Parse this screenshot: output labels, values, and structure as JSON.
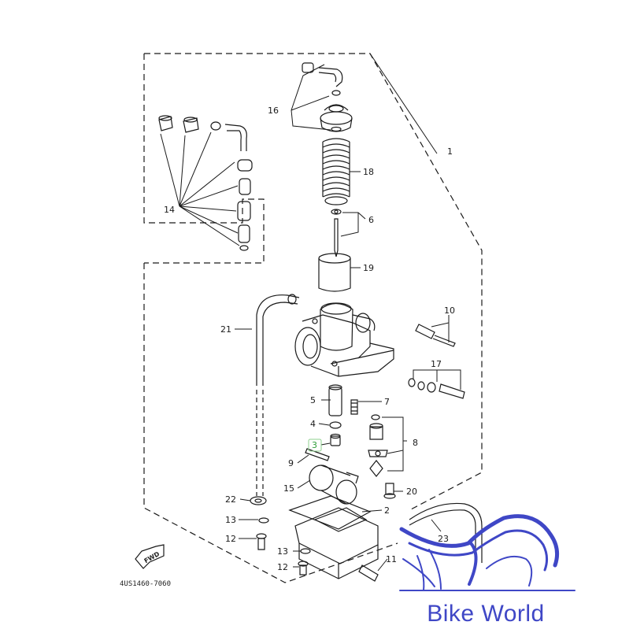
{
  "diagram": {
    "part_code": "4US1460-7060",
    "fwd_label": "FWD",
    "callouts": [
      "1",
      "2",
      "3",
      "4",
      "5",
      "6",
      "7",
      "8",
      "9",
      "10",
      "11",
      "12",
      "12",
      "13",
      "13",
      "14",
      "15",
      "16",
      "17",
      "18",
      "19",
      "20",
      "21",
      "22",
      "23"
    ],
    "highlighted_callout": "3"
  },
  "brand": {
    "name": "Bike World",
    "color": "#3f47c6",
    "logo_icon": "motorcycle-swoosh-logo-icon"
  },
  "colors": {
    "line": "#1a1a1a",
    "highlight": "#2f9e3a",
    "logo": "#3f47c6"
  }
}
